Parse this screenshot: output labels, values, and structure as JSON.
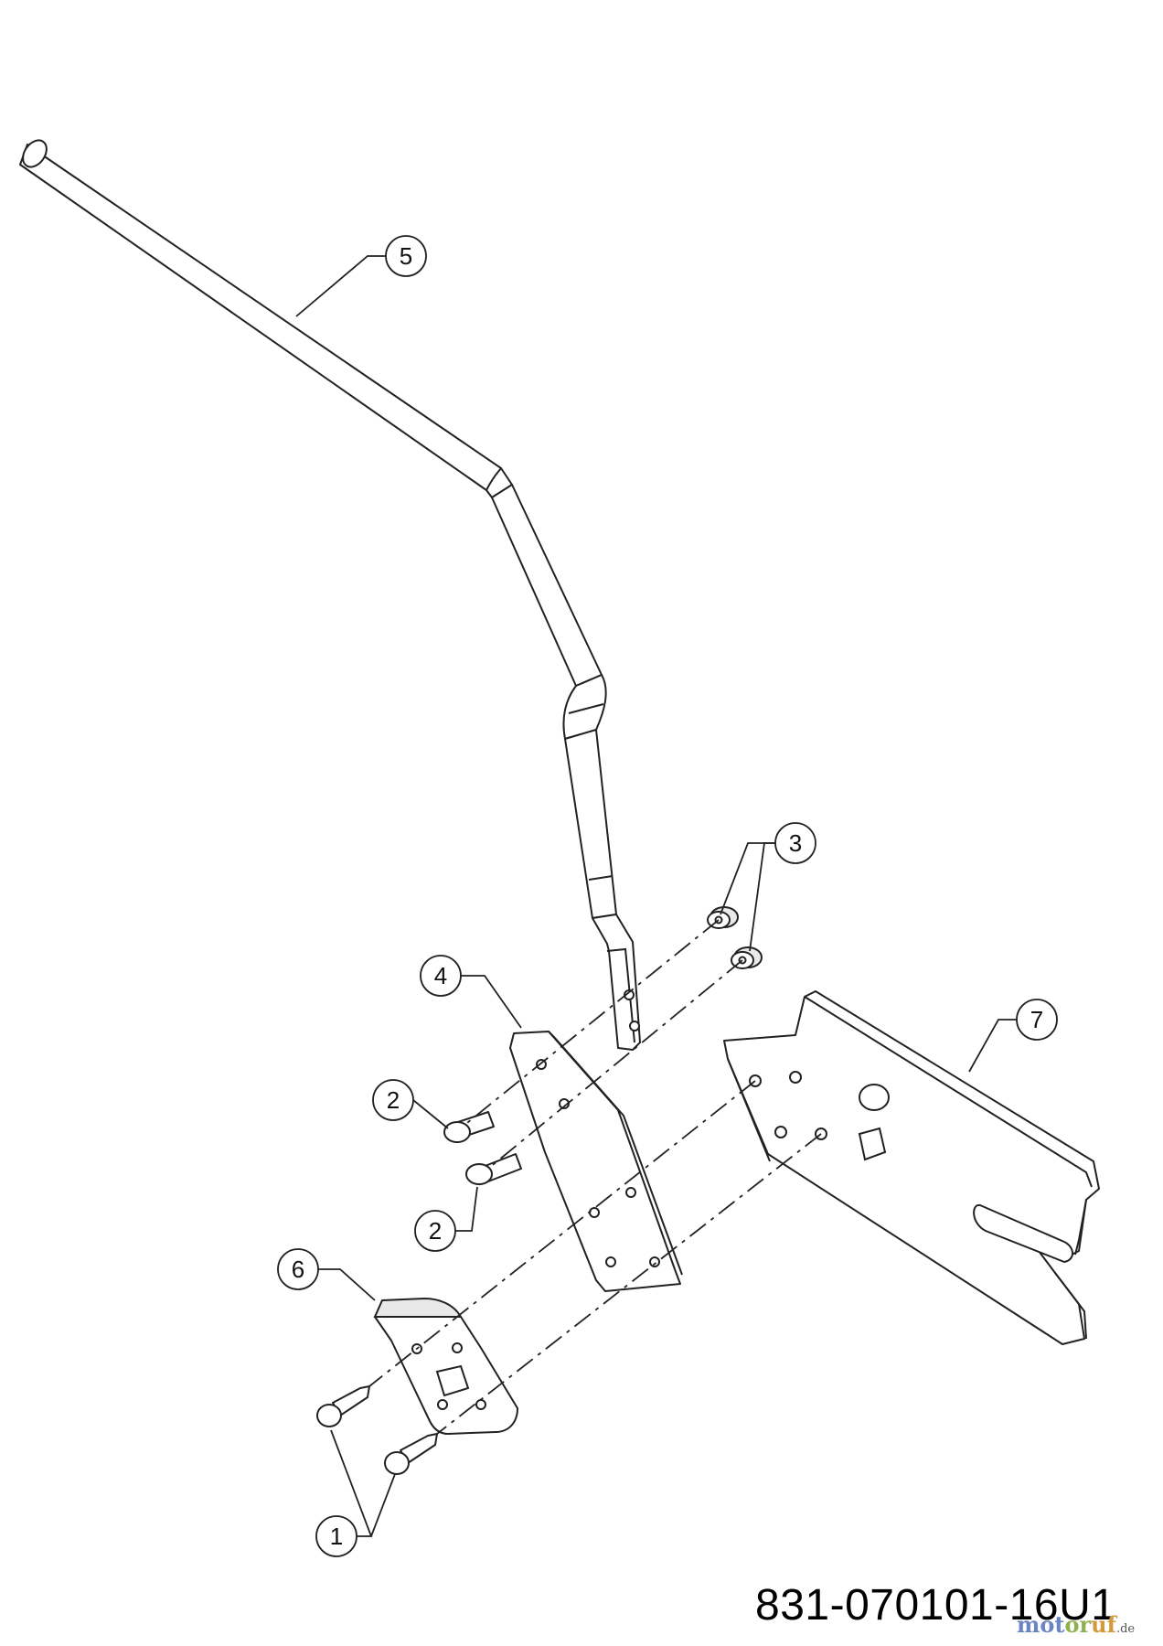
{
  "drawing": {
    "part_number": "831-070101-16U1"
  },
  "callouts": [
    {
      "id": "callout-1",
      "label": "1"
    },
    {
      "id": "callout-2a",
      "label": "2"
    },
    {
      "id": "callout-2b",
      "label": "2"
    },
    {
      "id": "callout-3",
      "label": "3"
    },
    {
      "id": "callout-4",
      "label": "4"
    },
    {
      "id": "callout-5",
      "label": "5"
    },
    {
      "id": "callout-6",
      "label": "6"
    },
    {
      "id": "callout-7",
      "label": "7"
    }
  ],
  "watermark": {
    "part_a": "mot",
    "part_b": "or",
    "part_c": "uf",
    "suffix": ".de"
  },
  "colors": {
    "line": "#222222",
    "background": "#ffffff",
    "watermark_blue": "#6b84c4",
    "watermark_green": "#8fb24d",
    "watermark_orange": "#d39a3a"
  }
}
